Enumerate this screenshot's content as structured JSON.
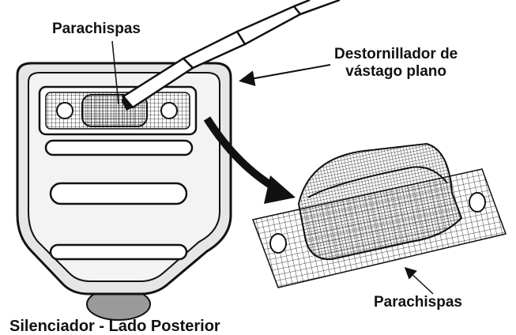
{
  "labels": {
    "arrestor_top": "Parachispas",
    "tool_line1": "Destornillador de",
    "tool_line2": "vástago plano",
    "arrestor_detail": "Parachispas",
    "caption": "Silenciador - Lado Posterior"
  },
  "colors": {
    "ink": "#111111",
    "muffler_fill": "#e6e6e6",
    "outlet_fill": "#9a9a9a",
    "background": "#ffffff"
  },
  "icons": {
    "curved_arrow": "curved-arrow-icon",
    "leader_arrow": "leader-arrow-icon"
  }
}
